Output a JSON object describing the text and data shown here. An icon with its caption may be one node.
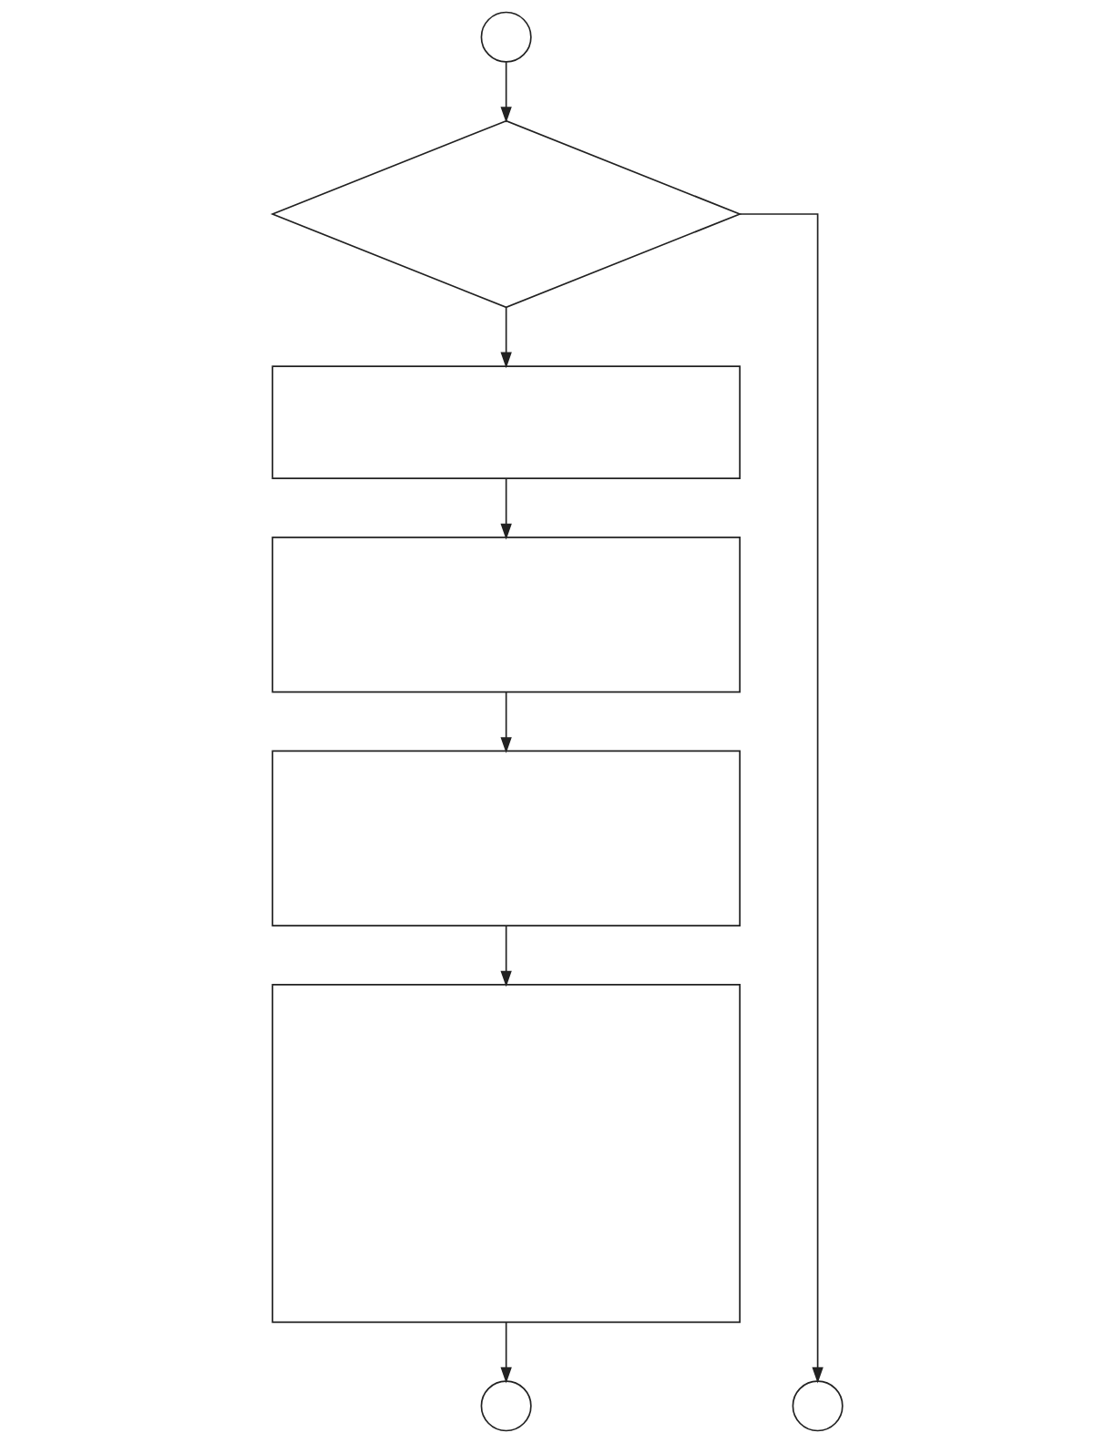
{
  "diagram": {
    "nodes": [
      {
        "text": [],
        "shape": "circle"
      },
      {
        "text": [],
        "shape": "diamond"
      },
      {
        "text": [],
        "shape": "box"
      },
      {
        "text": [],
        "shape": "box"
      },
      {
        "text": [],
        "shape": "box"
      },
      {
        "text": [],
        "shape": "box"
      },
      {
        "text": [],
        "shape": "circle"
      },
      {
        "text": [],
        "shape": "circle"
      }
    ],
    "edges": [
      {
        "from": 0,
        "to": 1,
        "arrow": "to"
      },
      {
        "from": 1,
        "to": 2,
        "arrow": "to"
      },
      {
        "from": 2,
        "to": 3,
        "arrow": "to"
      },
      {
        "from": 3,
        "to": 4,
        "arrow": "to"
      },
      {
        "from": 4,
        "to": 5,
        "arrow": "to"
      },
      {
        "from": 5,
        "to": 6,
        "arrow": "to"
      },
      {
        "from": 1,
        "to": 7,
        "arrow": "to"
      }
    ]
  }
}
